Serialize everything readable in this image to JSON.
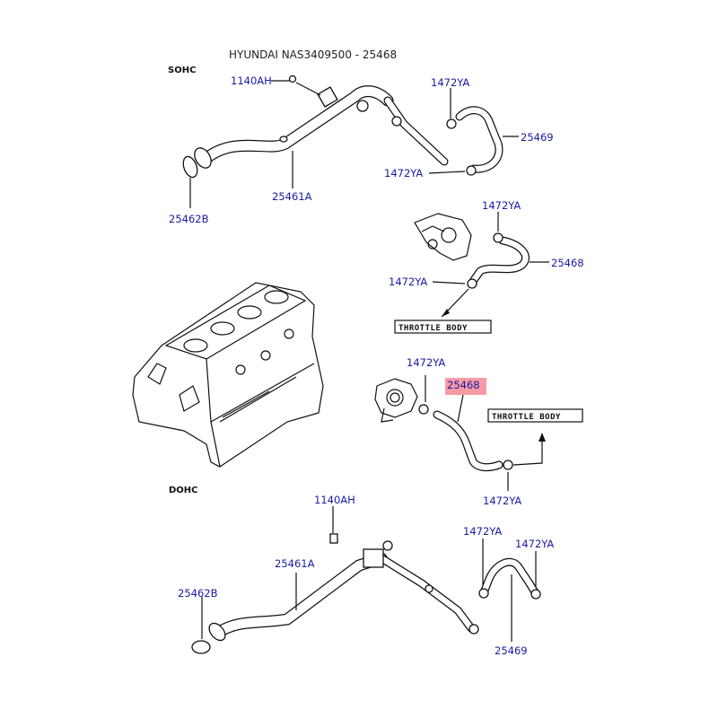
{
  "title": "HYUNDAI NAS3409500 - 25468",
  "sections": {
    "sohc": "SOHC",
    "dohc": "DOHC"
  },
  "labels": {
    "sohc_bolt": "1140AH",
    "sohc_clamp_top": "1472YA",
    "sohc_hose": "25469",
    "sohc_clamp_bottom": "1472YA",
    "sohc_pipe": "25461A",
    "sohc_gasket": "25462B",
    "mid_clamp_top": "1472YA",
    "mid_hose": "25468",
    "mid_clamp_left": "1472YA",
    "highlight_clamp": "1472YA",
    "highlight_hose": "25468",
    "highlight_clamp_bottom": "1472YA",
    "dohc_bolt": "1140AH",
    "dohc_pipe": "25461A",
    "dohc_gasket": "25462B",
    "dohc_clamp_left": "1472YA",
    "dohc_clamp_right": "1472YA",
    "dohc_hose": "25469"
  },
  "boxes": {
    "throttle_mid": "THROTTLE  BODY",
    "throttle_low": "THROTTLE  BODY"
  },
  "colors": {
    "label": "#1a1aa8",
    "highlight": "#f48a95"
  }
}
